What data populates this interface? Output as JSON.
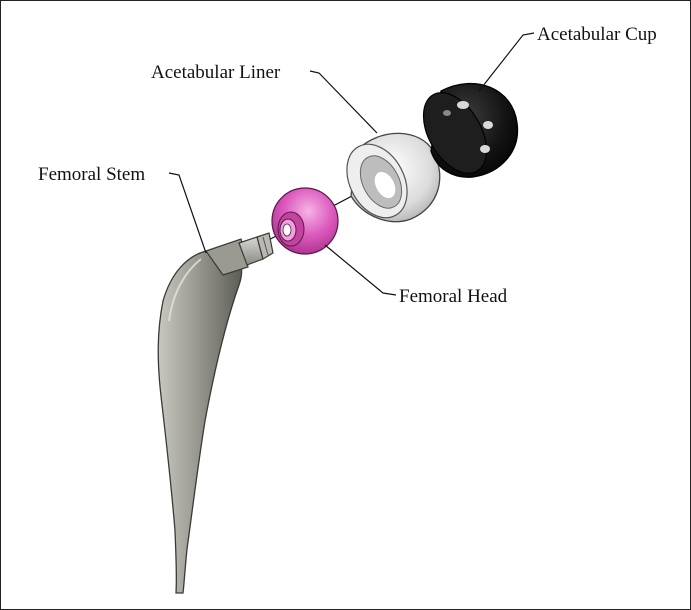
{
  "labels": {
    "acetabular_cup": "Acetabular Cup",
    "acetabular_liner": "Acetabular Liner",
    "femoral_stem": "Femoral Stem",
    "femoral_head": "Femoral Head"
  },
  "colors": {
    "femoral_head": "#d44fb5",
    "acetabular_cup": "#141414",
    "acetabular_liner": "#e0e0e0",
    "femoral_stem": "#8d8d86"
  }
}
